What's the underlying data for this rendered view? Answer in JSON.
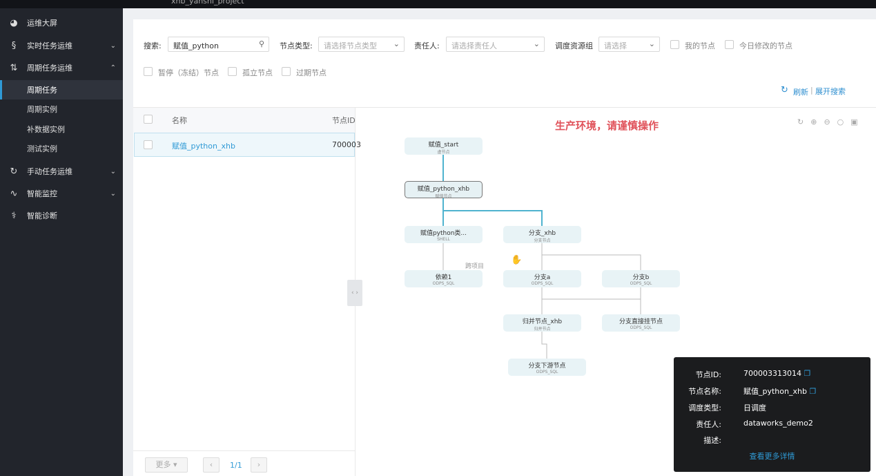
{
  "topbar": {
    "project": "xhb_yanshi_project"
  },
  "sidebar": {
    "items": [
      {
        "label": "运维大屏",
        "icon": "pie-chart-icon"
      },
      {
        "label": "实时任务运维",
        "icon": "stream-icon",
        "chevron": "down"
      },
      {
        "label": "周期任务运维",
        "icon": "cycle-icon",
        "chevron": "up"
      },
      {
        "label": "手动任务运维",
        "icon": "manual-icon",
        "chevron": "down"
      },
      {
        "label": "智能监控",
        "icon": "monitor-icon",
        "chevron": "down"
      },
      {
        "label": "智能诊断",
        "icon": "stethoscope-icon"
      }
    ],
    "sub_items": [
      "周期任务",
      "周期实例",
      "补数据实例",
      "测试实例"
    ],
    "active_sub": "周期任务"
  },
  "filters": {
    "search_label": "搜索:",
    "search_value": "赋值_python",
    "node_type_label": "节点类型:",
    "node_type_placeholder": "请选择节点类型",
    "owner_label": "责任人:",
    "owner_placeholder": "请选择责任人",
    "resource_label": "调度资源组",
    "resource_placeholder": "请选择",
    "my_nodes": "我的节点",
    "today_modified": "今日修改的节点",
    "paused": "暂停（冻结）节点",
    "isolated": "孤立节点",
    "expired": "过期节点",
    "refresh": "刷新",
    "expand_search": "展开搜索"
  },
  "table": {
    "columns": [
      "名称",
      "节点ID"
    ],
    "rows": [
      {
        "name": "赋值_python_xhb",
        "id": "700003"
      }
    ],
    "more": "更多",
    "page": "1/1"
  },
  "graph": {
    "warning": "生产环境，请谨慎操作",
    "cross_project": "跨项目",
    "nodes": [
      {
        "name": "赋值_start",
        "type": "虚节点"
      },
      {
        "name": "赋值_python_xhb",
        "type": "赋值节点"
      },
      {
        "name": "赋值python类...",
        "type": "SHELL"
      },
      {
        "name": "分支_xhb",
        "type": "分支节点"
      },
      {
        "name": "依赖1",
        "type": "ODPS_SQL"
      },
      {
        "name": "分支a",
        "type": "ODPS_SQL"
      },
      {
        "name": "分支b",
        "type": "ODPS_SQL"
      },
      {
        "name": "归并节点_xhb",
        "type": "归并节点"
      },
      {
        "name": "分支直接挂节点",
        "type": "ODPS_SQL"
      },
      {
        "name": "分支下游节点",
        "type": "ODPS_SQL"
      }
    ],
    "accent": "#4fb3cf"
  },
  "info": {
    "id_label": "节点ID:",
    "id": "700003313014",
    "name_label": "节点名称:",
    "name": "赋值_python_xhb",
    "sched_label": "调度类型:",
    "sched": "日调度",
    "owner_label": "责任人:",
    "owner": "dataworks_demo2",
    "desc_label": "描述:",
    "desc": "",
    "more": "查看更多详情"
  }
}
